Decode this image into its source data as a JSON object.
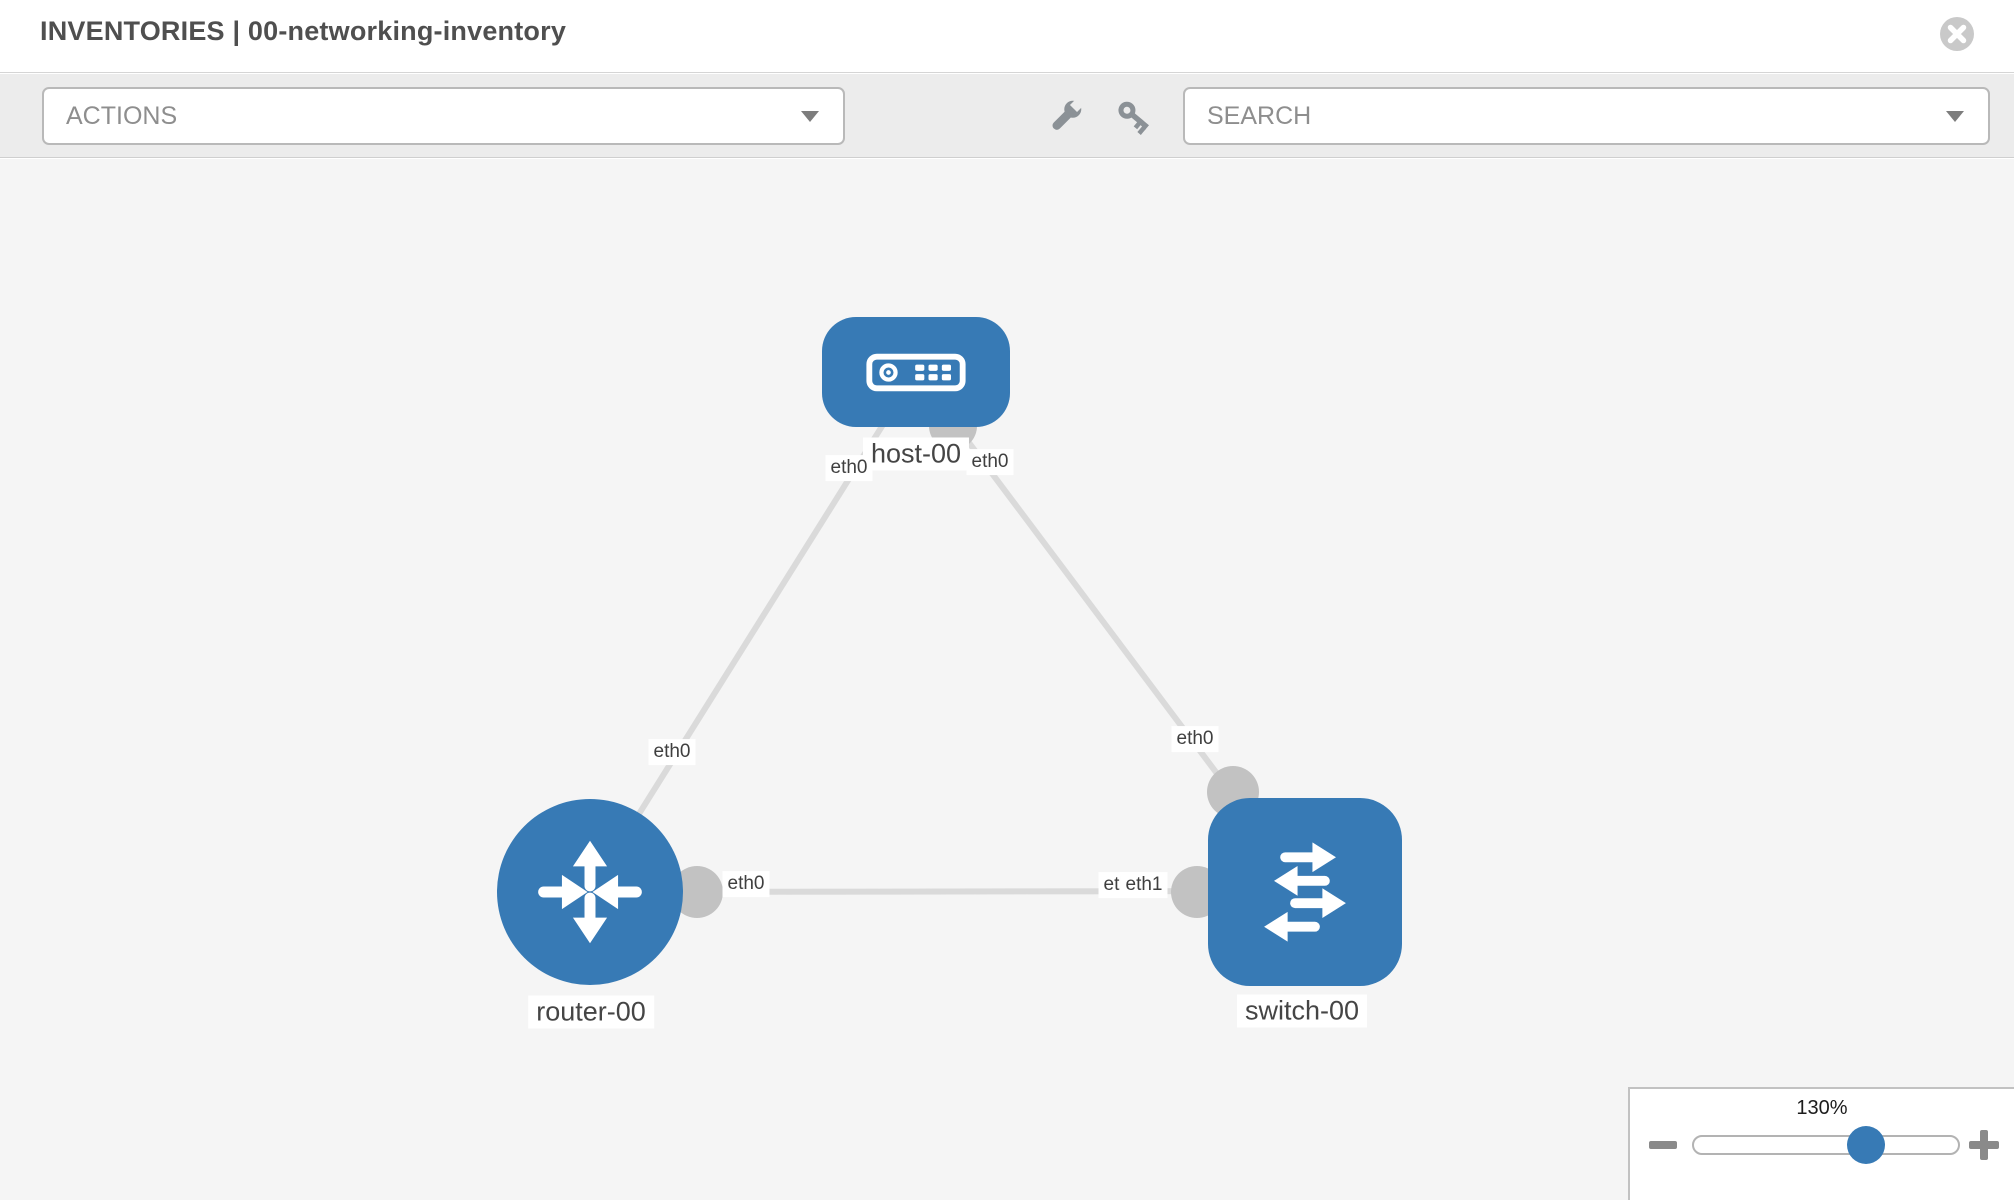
{
  "header": {
    "title": "INVENTORIES | 00-networking-inventory",
    "close_icon": "circle-x"
  },
  "toolbar": {
    "actions_label": "ACTIONS",
    "search_label": "SEARCH",
    "icons": [
      "wrench-icon",
      "key-icon"
    ]
  },
  "topology": {
    "nodes": [
      {
        "id": "host-00",
        "label": "host-00",
        "type": "host",
        "icon": "server-icon"
      },
      {
        "id": "router-00",
        "label": "router-00",
        "type": "router",
        "icon": "router-arrows-icon"
      },
      {
        "id": "switch-00",
        "label": "switch-00",
        "type": "switch",
        "icon": "switch-arrows-icon"
      }
    ],
    "links": [
      {
        "source": "host-00",
        "source_interface": "eth0",
        "target": "router-00",
        "target_interface": "eth0"
      },
      {
        "source": "host-00",
        "source_interface": "eth0",
        "target": "switch-00",
        "target_interface": "eth0"
      },
      {
        "source": "router-00",
        "source_interface": "eth0",
        "target": "switch-00",
        "target_interface": "eth1"
      }
    ],
    "interface_labels": [
      "eth0",
      "eth0",
      "eth0",
      "eth0",
      "eth0",
      "eth1",
      "eth1"
    ]
  },
  "zoom_control": {
    "level": "130%",
    "icons": [
      "minus-icon",
      "plus-icon"
    ]
  },
  "colors": {
    "node_blue": "#377ab5",
    "link_gray": "#dadada",
    "port_gray": "#c2c2c2",
    "toolbar_gray": "#ececec",
    "canvas_gray": "#f5f5f5"
  }
}
